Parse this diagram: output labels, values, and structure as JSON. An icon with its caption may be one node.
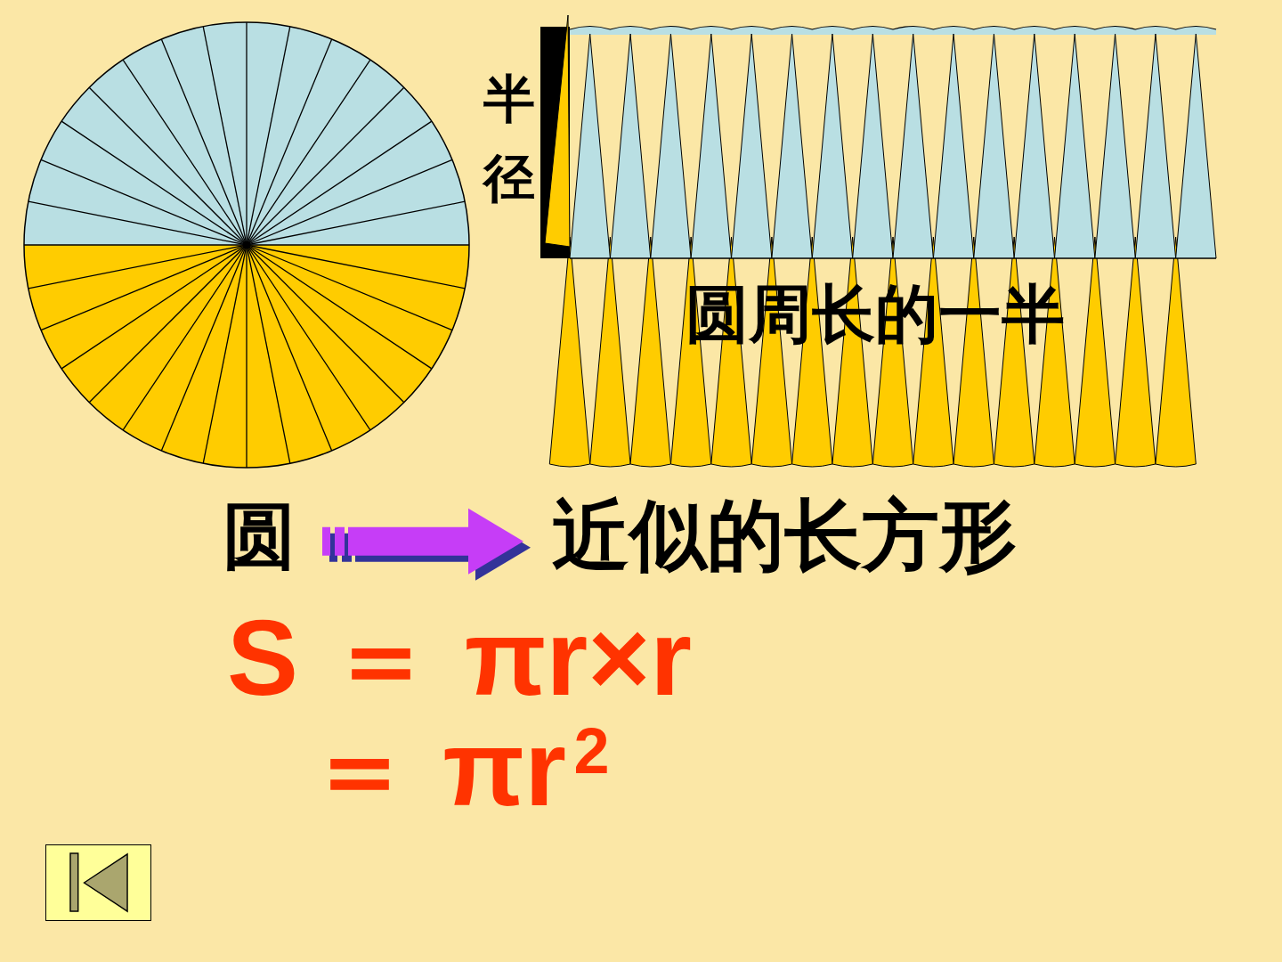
{
  "diagram": {
    "nodes": [
      {
        "text": [
          "圆"
        ]
      },
      {
        "text": [
          "近似的长方形"
        ]
      }
    ],
    "edges": [
      {
        "from": 0,
        "to": 1,
        "arrow": "to"
      }
    ],
    "labels": [
      "半径",
      "圆周长的一半",
      "S ＝ πr×r",
      "＝ πr$^{2}$"
    ]
  }
}
